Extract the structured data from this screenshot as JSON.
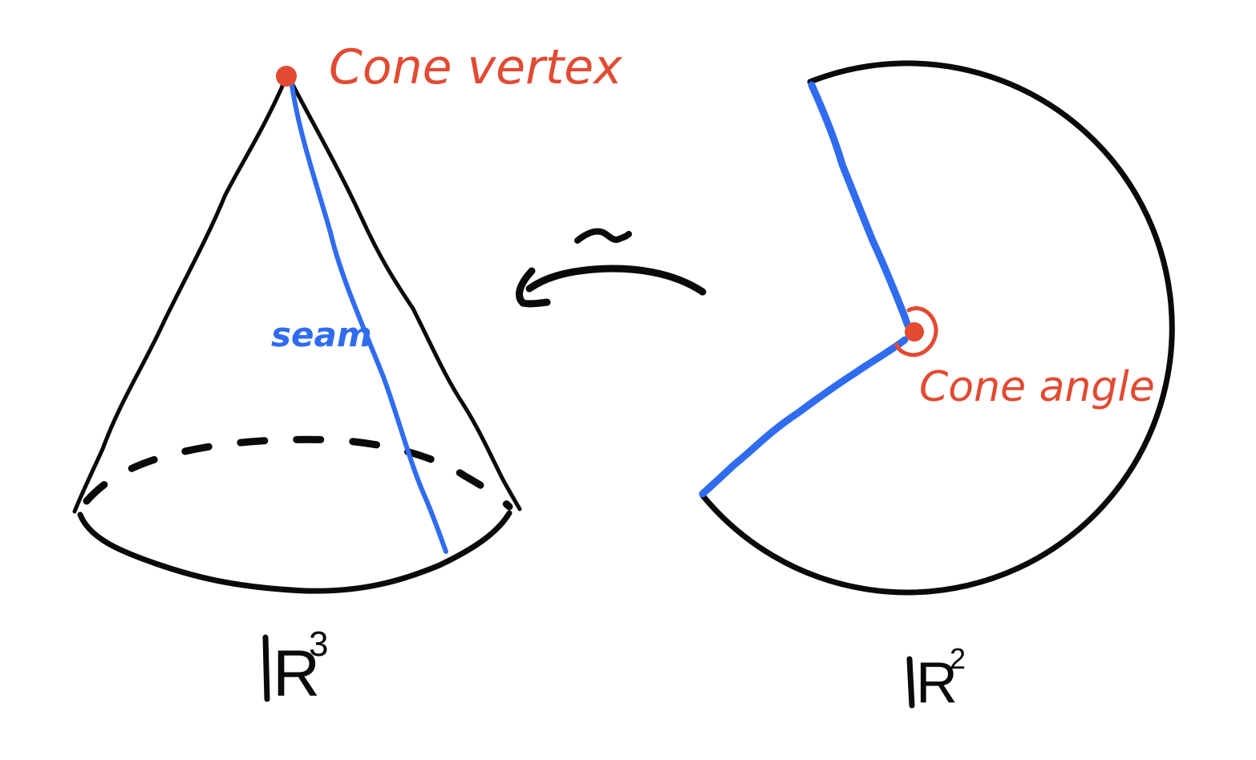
{
  "colors": {
    "ink": "#0a0a0a",
    "seam": "#2f6cf0",
    "accent": "#e24a32",
    "background": "#ffffff"
  },
  "labels": {
    "cone_vertex": "Cone vertex",
    "seam": "seam",
    "cone_angle": "Cone angle",
    "isometric": "~",
    "r3_base": "R",
    "r3_exp": "3",
    "r2_base": "R",
    "r2_exp": "2"
  }
}
